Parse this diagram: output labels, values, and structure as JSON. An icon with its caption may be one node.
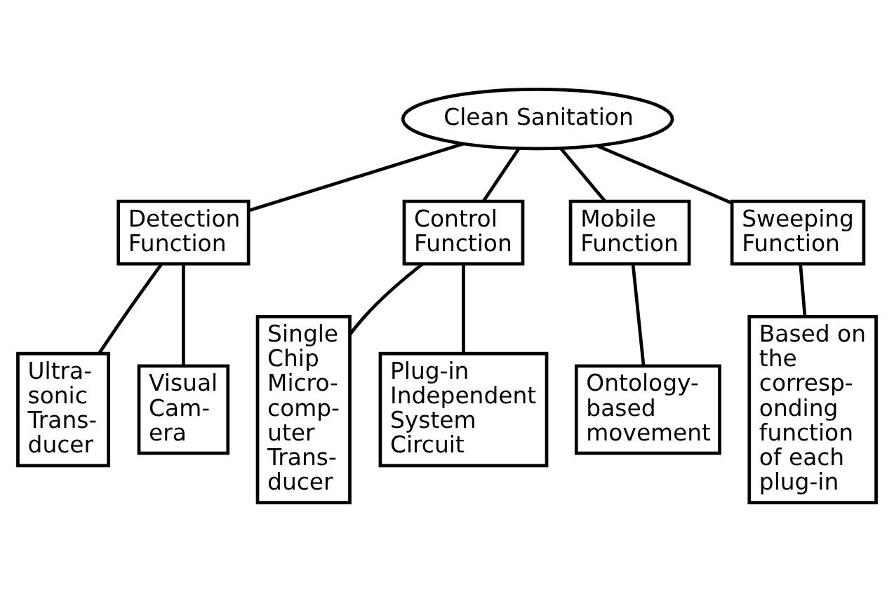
{
  "diagram": {
    "nodes": [
      {
        "text": [
          "Clean Sanitation"
        ]
      },
      {
        "text": [
          "Detection Function"
        ]
      },
      {
        "text": [
          "Control Function"
        ]
      },
      {
        "text": [
          "Mobile Function"
        ]
      },
      {
        "text": [
          "Sweeping Function"
        ]
      },
      {
        "text": [
          "Ultra- sonic Trans- ducer"
        ]
      },
      {
        "text": [
          "Visual Cam- era"
        ]
      },
      {
        "text": [
          "Single Chip Micro- comp- uter Trans- ducer"
        ]
      },
      {
        "text": [
          "Plug-in Independent System Circuit"
        ]
      },
      {
        "text": [
          "Ontology- based movement"
        ]
      },
      {
        "text": [
          "Based on the corresp- onding function of each plug-in"
        ]
      }
    ],
    "edges": [
      {
        "from": 0,
        "to": 1,
        "arrow": "none"
      },
      {
        "from": 0,
        "to": 2,
        "arrow": "none"
      },
      {
        "from": 0,
        "to": 3,
        "arrow": "none"
      },
      {
        "from": 0,
        "to": 4,
        "arrow": "none"
      },
      {
        "from": 1,
        "to": 5,
        "arrow": "none"
      },
      {
        "from": 1,
        "to": 6,
        "arrow": "none"
      },
      {
        "from": 2,
        "to": 7,
        "arrow": "none"
      },
      {
        "from": 2,
        "to": 8,
        "arrow": "none"
      },
      {
        "from": 3,
        "to": 9,
        "arrow": "none"
      },
      {
        "from": 4,
        "to": 10,
        "arrow": "none"
      }
    ]
  }
}
